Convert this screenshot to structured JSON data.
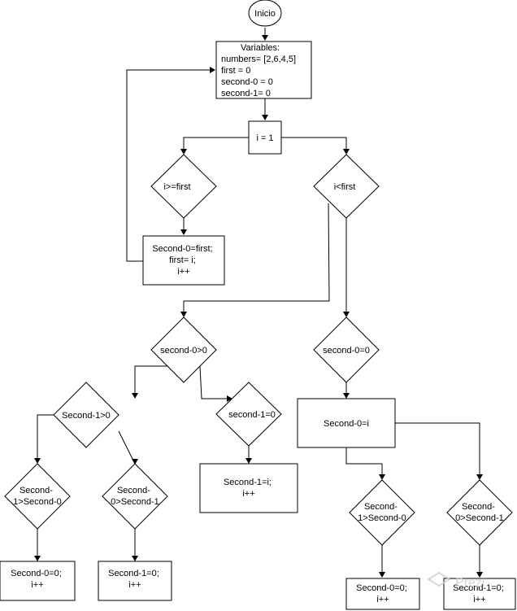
{
  "nodes": {
    "inicio": [
      "Inicio"
    ],
    "variables": [
      "Variables:",
      "numbers= [2,6,4,5]",
      "first = 0",
      "second-0 = 0",
      "second-1= 0"
    ],
    "i_init": [
      "i = 1"
    ],
    "cond_ge_first": [
      "i>=first"
    ],
    "cond_lt_first": [
      "i<first"
    ],
    "update_first": [
      "Second-0=first;",
      "first= i;",
      "i++"
    ],
    "cond_second0_gt0": [
      "second-0>0"
    ],
    "cond_second0_eq0": [
      "second-0=0"
    ],
    "cond_second1_gt0": [
      "Second-1>0"
    ],
    "cond_second1_eq0": [
      "second-1=0"
    ],
    "assign_second0_i": [
      "Second-0=i"
    ],
    "assign_second1_i": [
      "Second-1=i;",
      "i++"
    ],
    "cond_s1_gt_s0_left": [
      "Second-",
      "1>Second-0"
    ],
    "cond_s0_gt_s1_left": [
      "Second-",
      "0>Second-1"
    ],
    "cond_s1_gt_s0_right": [
      "Second-",
      "1>Second-0"
    ],
    "cond_s0_gt_s1_right": [
      "Second-",
      "0>Second-1"
    ],
    "set_s0_zero_left": [
      "Second-0=0;",
      "i++"
    ],
    "set_s1_zero_left": [
      "Second-1=0;",
      "i++"
    ],
    "set_s0_zero_right": [
      "Second-0=0;",
      "i++"
    ],
    "set_s1_zero_right": [
      "Second-1=0;",
      "i++"
    ]
  },
  "watermark": "Prezi"
}
